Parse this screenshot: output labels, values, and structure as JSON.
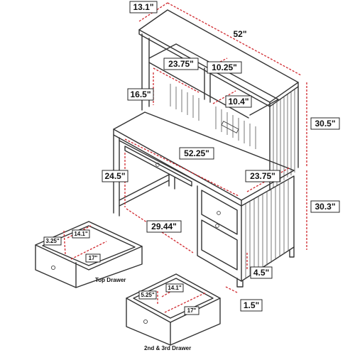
{
  "dimensions": {
    "hutch_depth": "13.1\"",
    "hutch_width": "52\"",
    "shelf_width": "23.75\"",
    "cubby_width": "10.25\"",
    "shelf_height": "16.5\"",
    "cubby_height": "10.4\"",
    "hutch_height": "30.5\"",
    "desk_width": "52.25\"",
    "desk_depth": "23.75\"",
    "knee_height": "24.5\"",
    "desk_height": "30.3\"",
    "knee_width": "29.44\"",
    "foot_height": "4.5\"",
    "foot_width": "1.5\""
  },
  "top_drawer": {
    "caption": "Top Drawer",
    "height": "3.25\"",
    "width": "14.1\"",
    "depth": "17\""
  },
  "lower_drawers": {
    "caption": "2nd & 3rd Drawer",
    "height": "5.25\"",
    "width": "14.1\"",
    "depth": "17\""
  },
  "colors": {
    "dimension_line": "#d0282e",
    "outline": "#333333"
  }
}
